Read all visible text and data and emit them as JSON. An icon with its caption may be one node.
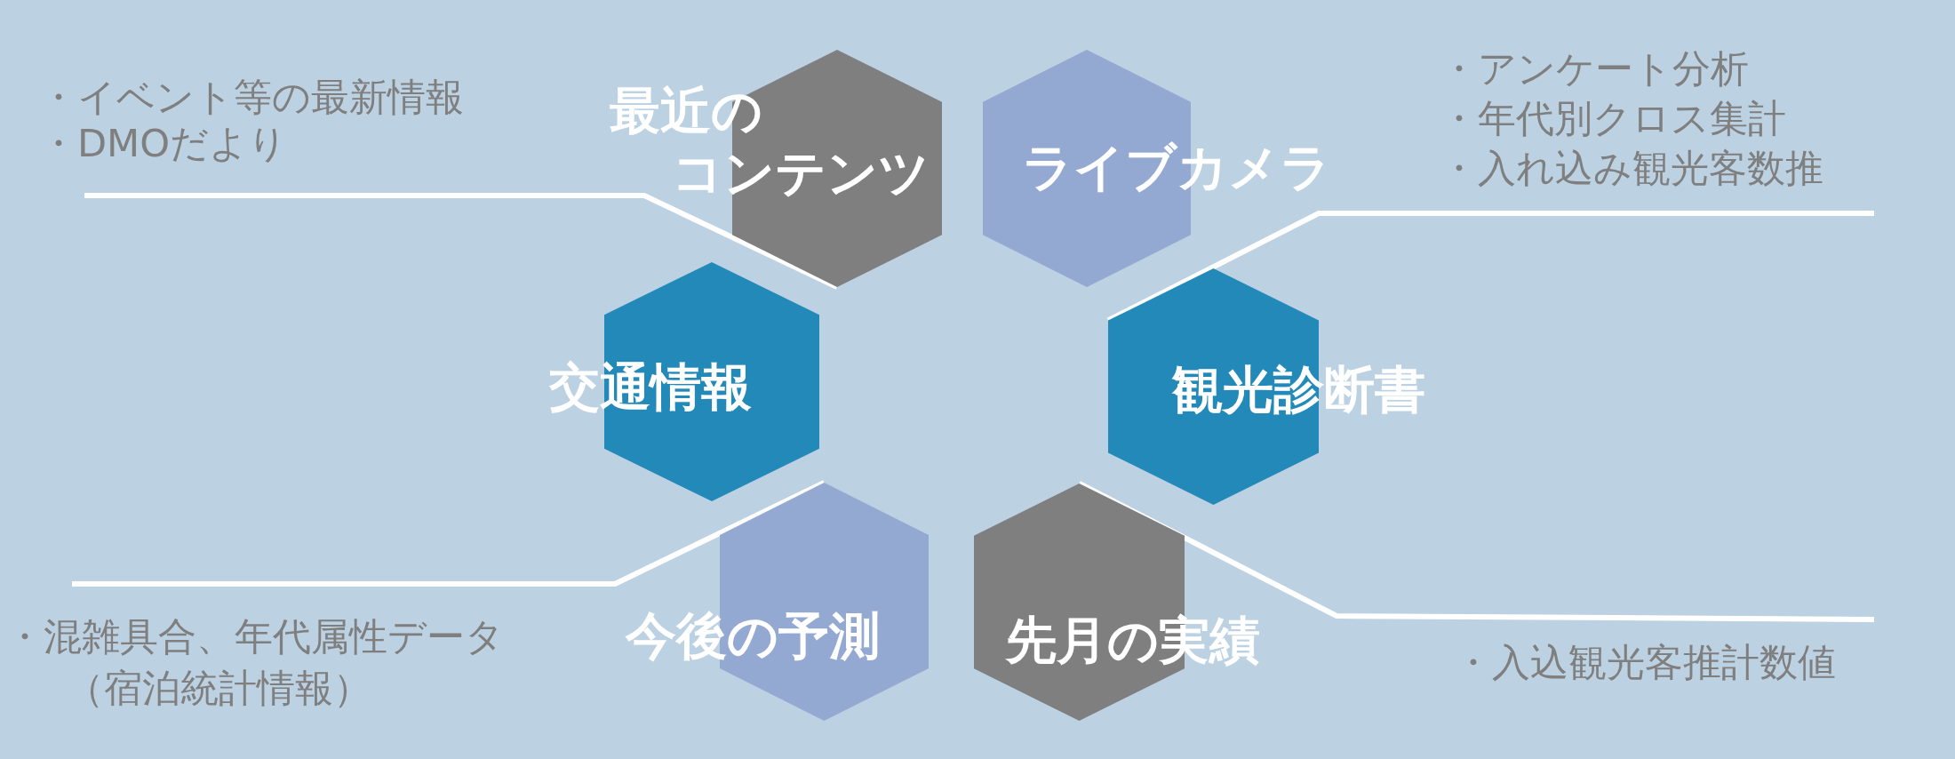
{
  "diagram": {
    "nodes": [
      {
        "text": [
          "・イベント等の最新情報",
          "・DMOだより"
        ]
      },
      {
        "text": [
          "最近の",
          "コンテンツ"
        ]
      },
      {
        "text": [
          "ライブカメラ"
        ]
      },
      {
        "text": [
          "・アンケート分析",
          "・年代別クロス集計",
          "・入れ込み観光客数推"
        ]
      },
      {
        "text": [
          "交通情報"
        ]
      },
      {
        "text": [
          "観光診断書"
        ]
      },
      {
        "text": [
          "今後の予測"
        ]
      },
      {
        "text": [
          "先月の実績"
        ]
      },
      {
        "text": [
          "・混雑具合、年代属性データ",
          "（宿泊統計情報）"
        ]
      },
      {
        "text": [
          "・入込観光客推計数値"
        ]
      }
    ],
    "edges": [
      {
        "from": 0,
        "to": 1,
        "arrow": "none"
      },
      {
        "from": 3,
        "to": 5,
        "arrow": "none"
      },
      {
        "from": 8,
        "to": 6,
        "arrow": "none"
      },
      {
        "from": 9,
        "to": 7,
        "arrow": "none"
      }
    ]
  }
}
